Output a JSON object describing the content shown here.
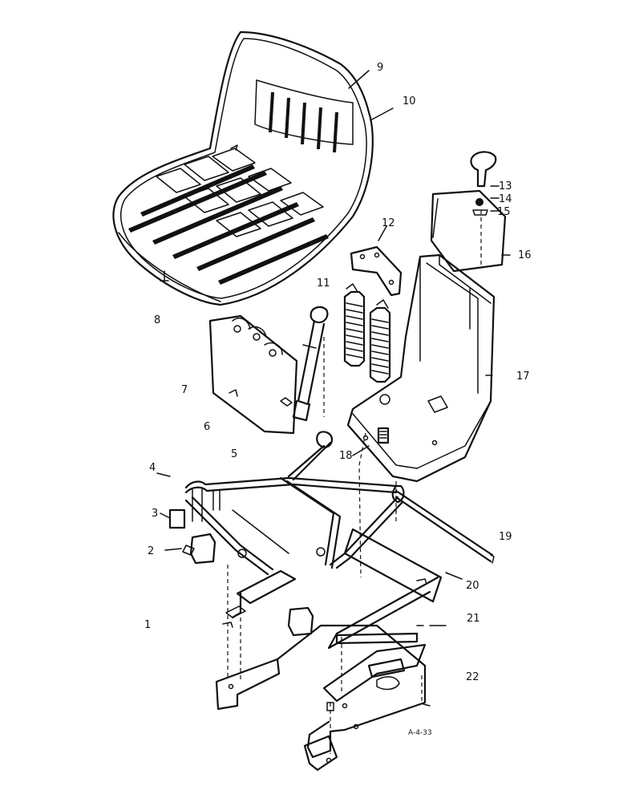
{
  "diagram": {
    "callouts": [
      {
        "key": "1",
        "text": "1"
      },
      {
        "key": "2",
        "text": "2"
      },
      {
        "key": "3",
        "text": "3"
      },
      {
        "key": "4",
        "text": "4"
      },
      {
        "key": "5",
        "text": "5"
      },
      {
        "key": "6",
        "text": "6"
      },
      {
        "key": "7",
        "text": "7"
      },
      {
        "key": "8",
        "text": "8"
      },
      {
        "key": "9",
        "text": "9"
      },
      {
        "key": "10",
        "text": "10"
      },
      {
        "key": "11",
        "text": "11"
      },
      {
        "key": "12",
        "text": "12"
      },
      {
        "key": "13",
        "text": "13"
      },
      {
        "key": "14",
        "text": "14"
      },
      {
        "key": "15",
        "text": "15"
      },
      {
        "key": "16",
        "text": "16"
      },
      {
        "key": "17",
        "text": "17"
      },
      {
        "key": "18",
        "text": "18"
      },
      {
        "key": "19",
        "text": "19"
      },
      {
        "key": "20",
        "text": "20"
      },
      {
        "key": "21",
        "text": "21"
      },
      {
        "key": "22",
        "text": "22"
      }
    ],
    "drawing_code": "A-4-33"
  }
}
